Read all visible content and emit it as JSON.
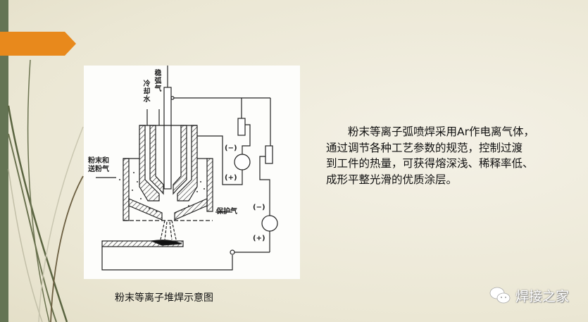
{
  "diagram": {
    "labels": {
      "cooling_water": "冷却水",
      "arc_gas": "稳弧气",
      "powder_gas_line1": "粉末和",
      "powder_gas_line2": "送粉气",
      "shield_gas": "保护气",
      "minus1": "(−)",
      "plus1": "(+)",
      "minus2": "(−)",
      "plus2": "(+)"
    },
    "caption": "粉末等离子堆焊示意图"
  },
  "description": {
    "lines": [
      "粉末等离子弧喷焊采用Ar作电离气体，",
      "通过调节各种工艺参数的规范，控制过渡",
      "到工件的热量，可获得熔深浅、稀释率低、",
      "成形平整光滑的优质涂层。"
    ]
  },
  "watermark": {
    "text": "焊接之家",
    "icon": "wechat-icon"
  },
  "colors": {
    "sidebar": "#647454",
    "tag": "#e8891c"
  }
}
